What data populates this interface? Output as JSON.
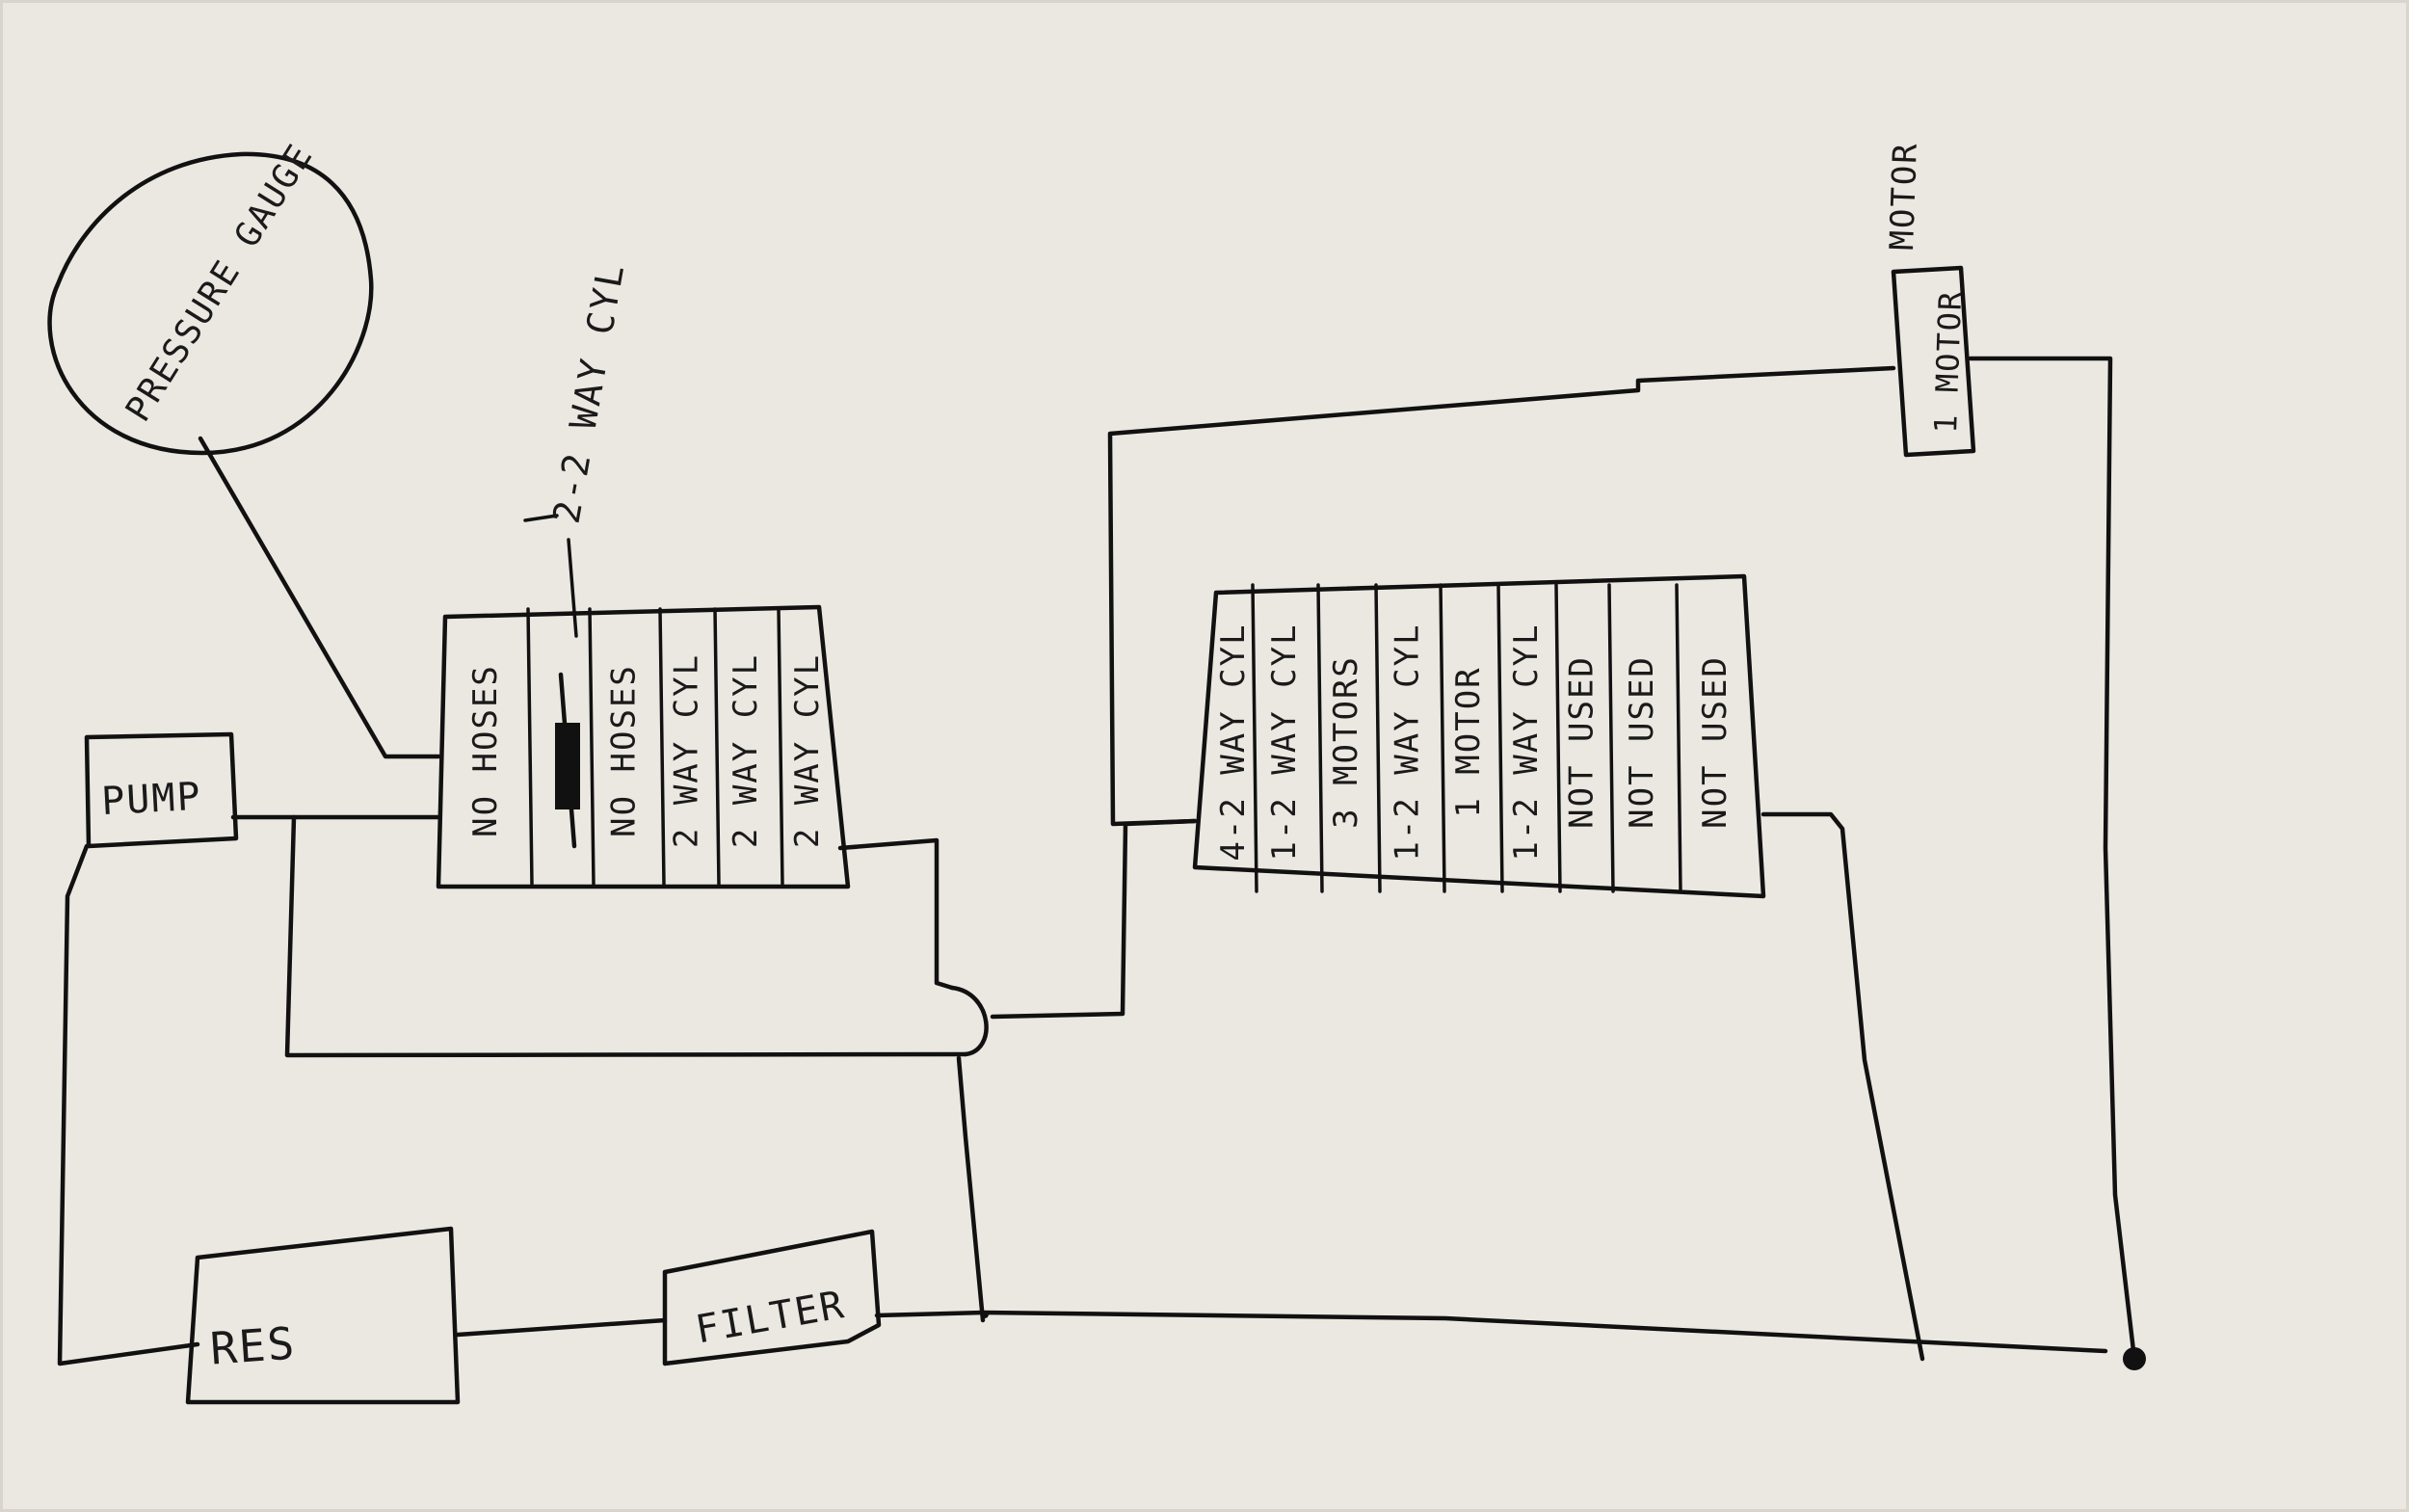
{
  "components": {
    "pressure_gauge": "PRESSURE GAUGE",
    "pump": "PUMP",
    "reservoir": "RES",
    "filter": "FILTER",
    "motor_label": "MOTOR",
    "motor_box": "1 MOTOR"
  },
  "annotation": "2-2 WAY CYL",
  "left_valve_bank": {
    "sections": [
      "NO HOSES",
      "",
      "NO HOSES",
      "2 WAY CYL",
      "2 WAY CYL",
      "2 WAY CYL"
    ]
  },
  "right_valve_bank": {
    "sections": [
      "4-2 WAY CYL",
      "1-2 WAY CYL",
      "3 MOTORS",
      "1-2 WAY CYL",
      "1 MOTOR",
      "1-2 WAY CYL",
      "NOT USED",
      "NOT USED",
      "NOT USED"
    ]
  }
}
